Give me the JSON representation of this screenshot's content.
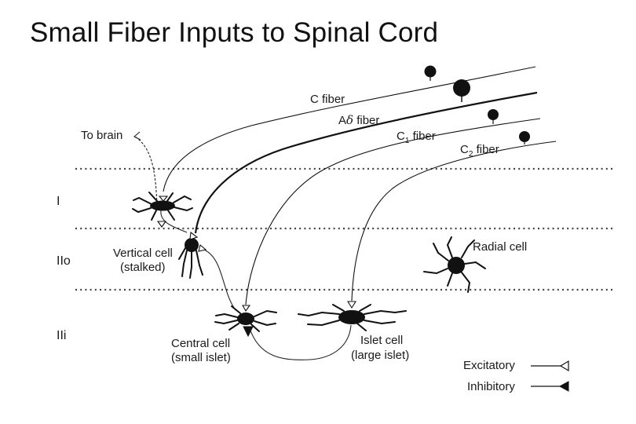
{
  "title": "Small Fiber Inputs to Spinal Cord",
  "fibers": {
    "c_fiber": "C fiber",
    "a_delta_prefix": "A",
    "a_delta_symbol": "δ",
    "a_delta_suffix": " fiber",
    "c1_prefix": "C",
    "c1_sub": "1",
    "c1_suffix": " fiber",
    "c2_prefix": "C",
    "c2_sub": "2",
    "c2_suffix": " fiber"
  },
  "to_brain": "To brain",
  "layers": [
    "I",
    "IIo",
    "IIi"
  ],
  "cells": {
    "vertical_line1": "Vertical cell",
    "vertical_line2": "(stalked)",
    "radial": "Radial cell",
    "central_line1": "Central cell",
    "central_line2": "(small islet)",
    "islet_line1": "Islet cell",
    "islet_line2": "(large islet)"
  },
  "legend": {
    "excitatory": "Excitatory",
    "inhibitory": "Inhibitory"
  }
}
